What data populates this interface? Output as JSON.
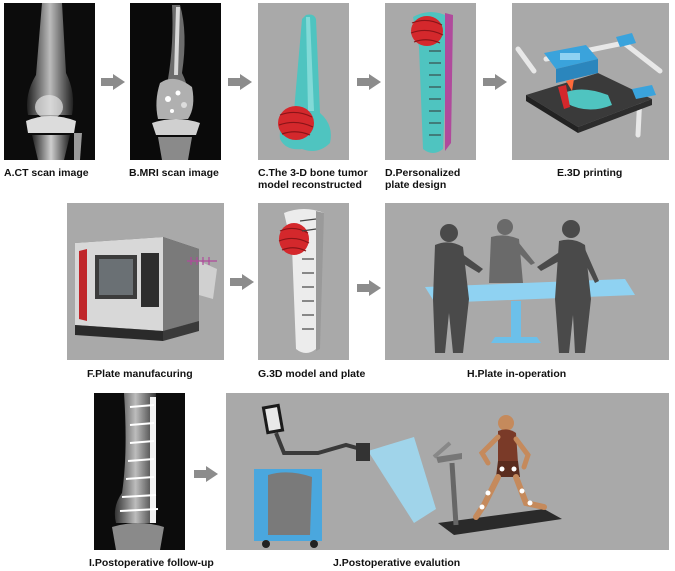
{
  "steps": [
    {
      "id": "A",
      "caption": "A.CT scan image"
    },
    {
      "id": "B",
      "caption": "B.MRI scan image"
    },
    {
      "id": "C",
      "caption": "C.The 3-D bone tumor",
      "caption_line2": "model reconstructed"
    },
    {
      "id": "D",
      "caption": "D.Personalized",
      "caption_line2": "plate design"
    },
    {
      "id": "E",
      "caption": "E.3D printing"
    },
    {
      "id": "F",
      "caption": "F.Plate manufacuring"
    },
    {
      "id": "G",
      "caption": "G.3D model and plate"
    },
    {
      "id": "H",
      "caption": "H.Plate in-operation"
    },
    {
      "id": "I",
      "caption": "I.Postoperative follow-up"
    },
    {
      "id": "J",
      "caption": "J.Postoperative evalution"
    }
  ],
  "colors": {
    "panel_bg": "#a9a9a9",
    "xray_bg": "#0c0c0c",
    "bone_teal": "#4fc4c0",
    "tumor_red": "#d4282c",
    "plate_magenta": "#b04a9c",
    "printer_blue": "#3aa3dc",
    "arrow_gray": "#8c8c8c"
  }
}
